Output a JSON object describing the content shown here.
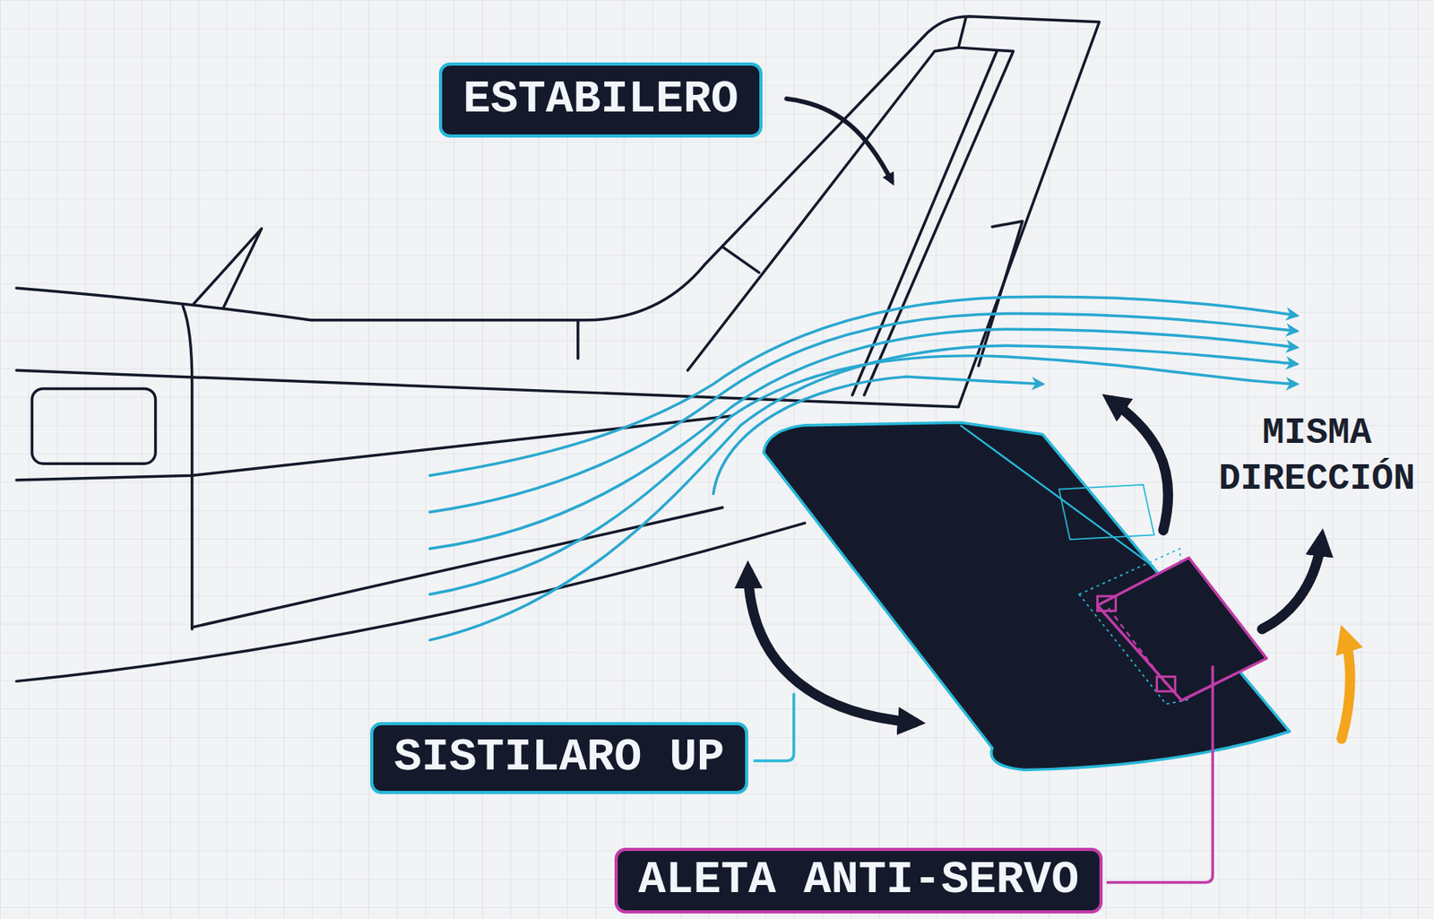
{
  "diagram": {
    "nodes": [
      {
        "text": [
          "ESTABILERO"
        ]
      },
      {
        "text": [
          "SISTILARO UP"
        ]
      },
      {
        "text": [
          "ALETA ANTI-SERVO"
        ]
      }
    ],
    "labels": [
      "MISMA DIRECCIÓN"
    ]
  }
}
